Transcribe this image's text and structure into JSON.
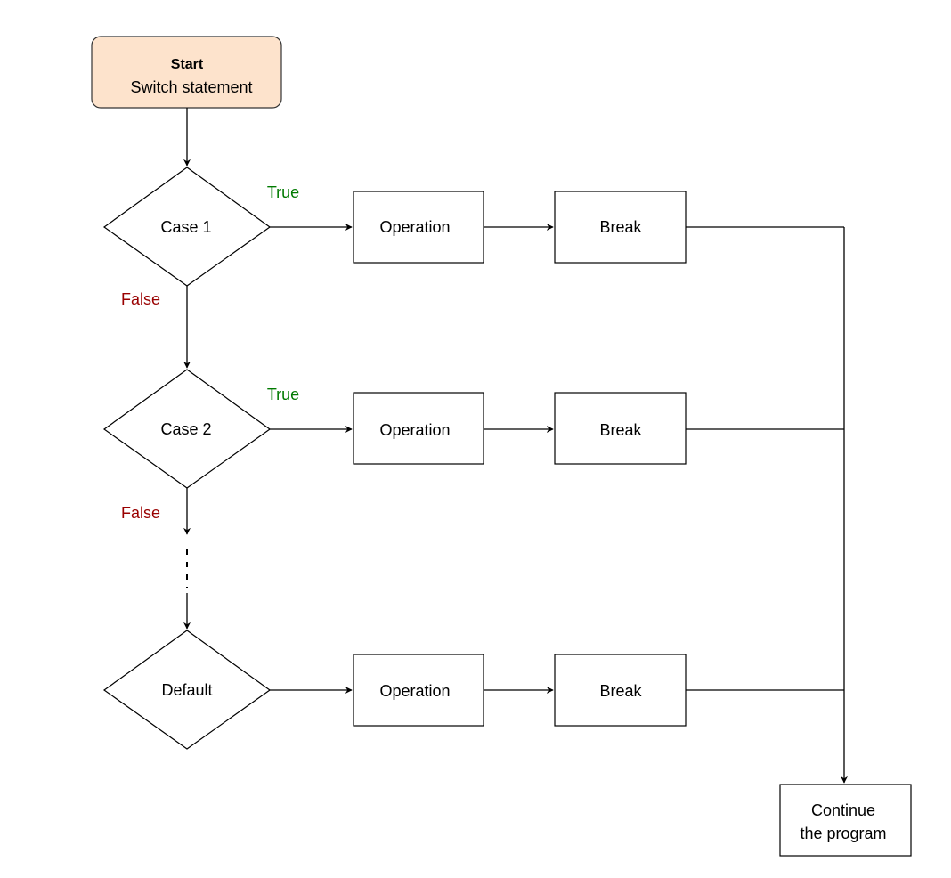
{
  "colors": {
    "start_fill": "#fde3cc",
    "start_stroke": "#333333",
    "true_label": "#007a00",
    "false_label": "#990000",
    "line": "#000000"
  },
  "start": {
    "title": "Start",
    "subtitle": "Switch statement"
  },
  "cases": [
    {
      "label": "Case 1",
      "operation": "Operation",
      "break": "Break",
      "true_label": "True",
      "false_label": "False"
    },
    {
      "label": "Case 2",
      "operation": "Operation",
      "break": "Break",
      "true_label": "True",
      "false_label": "False"
    },
    {
      "label": "Default",
      "operation": "Operation",
      "break": "Break"
    }
  ],
  "end": {
    "line1": "Continue",
    "line2": "the program"
  }
}
